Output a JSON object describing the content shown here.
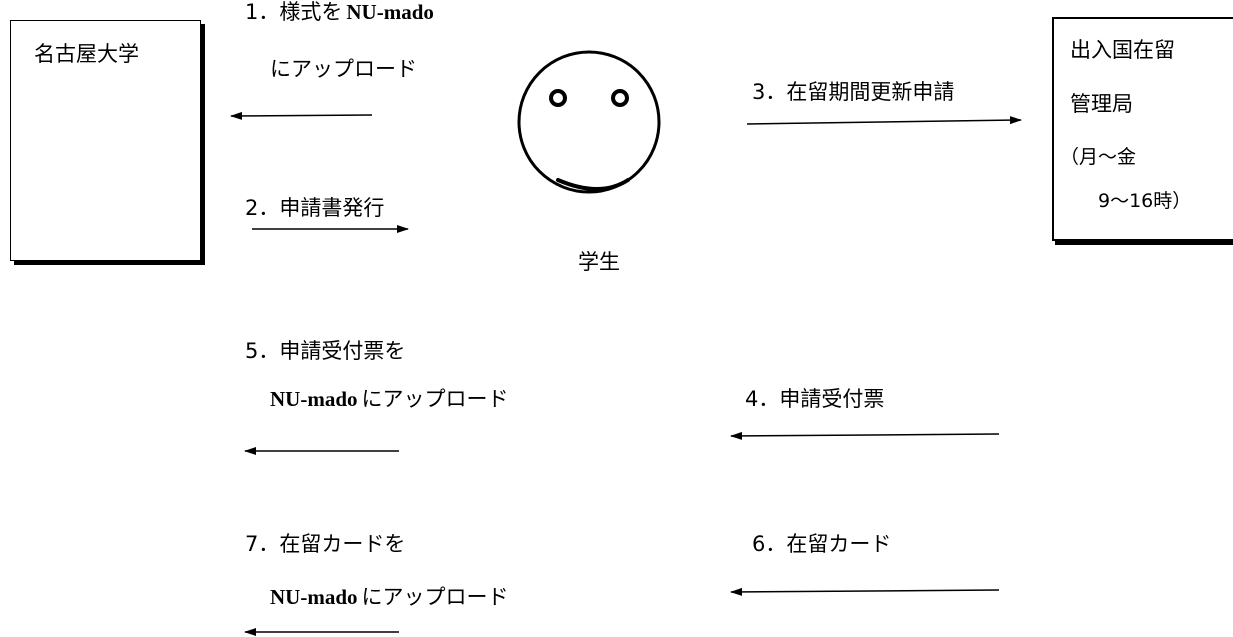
{
  "nodes": {
    "university": "名古屋大学",
    "student": "学生",
    "immigration": {
      "line1": "出入国在留",
      "line2": "管理局",
      "hours1": "（月～金",
      "hours2": "9～16時）"
    }
  },
  "steps": {
    "s1": {
      "num": "1．様式を",
      "latin": "NU-mado",
      "line2": "にアップロード"
    },
    "s2": {
      "text": "2．申請書発行"
    },
    "s3": {
      "text": "3．在留期間更新申請"
    },
    "s4": {
      "text": "4．申請受付票"
    },
    "s5": {
      "line1": "5．申請受付票を",
      "latin": "NU-mado",
      "rest": "にアップロード"
    },
    "s6": {
      "text": "6．在留カード"
    },
    "s7": {
      "line1": "7．在留カードを",
      "latin": "NU-mado",
      "rest": "にアップロード"
    }
  }
}
